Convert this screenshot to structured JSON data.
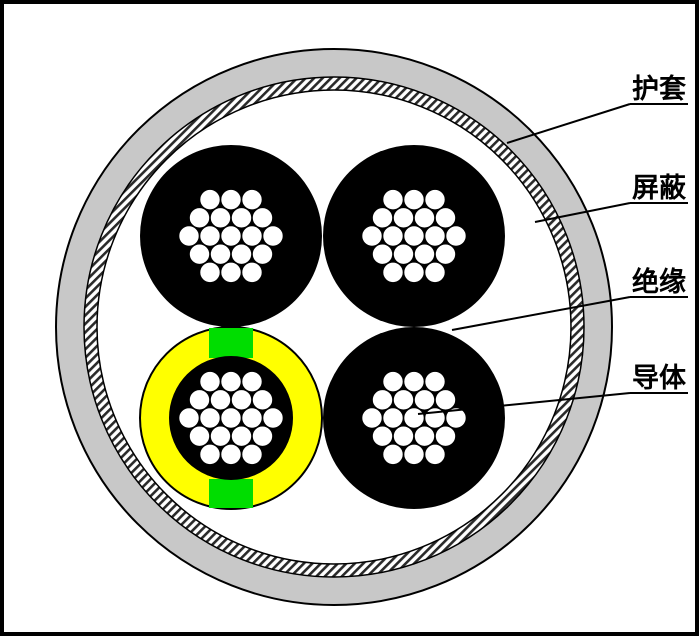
{
  "labels": {
    "sheath": "护套",
    "shield": "屏蔽",
    "insulation": "绝缘",
    "conductor": "导体"
  },
  "colors": {
    "sheath": "#c8c8c8",
    "shield_stripe": "#2a2a2a",
    "insulation_black": "#000000",
    "insulation_yellow": "#ffff00",
    "insulation_green": "#00dd00",
    "strand_fill": "#ffffff",
    "background": "#ffffff",
    "watermark": "#e0e0e0"
  }
}
